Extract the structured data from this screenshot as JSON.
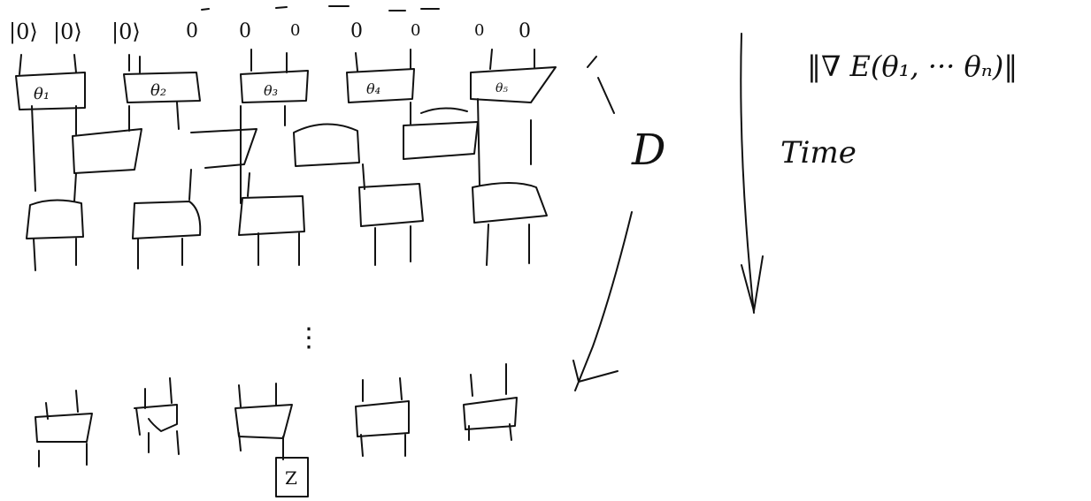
{
  "initial_states": [
    "|0⟩",
    "|0⟩",
    "|0⟩",
    "0",
    "0",
    "0",
    "0",
    "0",
    "0",
    "0"
  ],
  "parameter_labels": [
    "θ₁",
    "θ₂",
    "θ₃",
    "θ₄",
    "θ₅"
  ],
  "depth_label": "D",
  "time_label": "Time",
  "gradient_label": "‖∇ E(θ₁, ··· θₙ)‖",
  "ellipsis": "⋮",
  "measurement_label": "Z"
}
